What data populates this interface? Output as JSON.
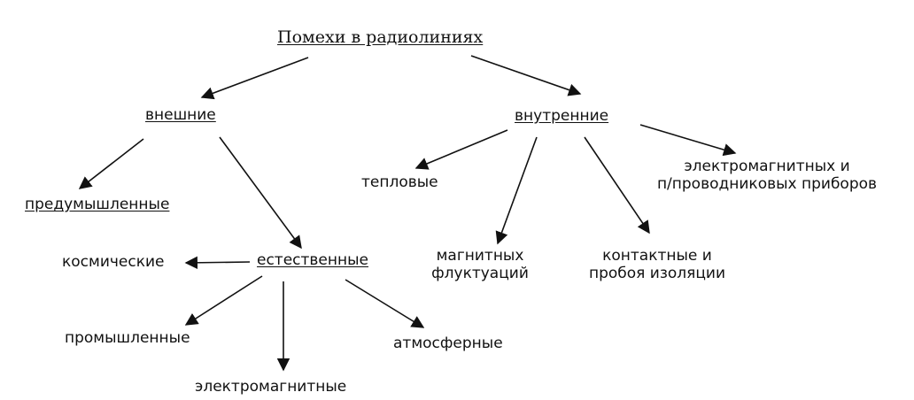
{
  "root": "Помехи в радиолиниях",
  "external": {
    "label": "внешние",
    "man_made": "предумышленные",
    "natural": {
      "label": "естественные",
      "cosmic": "космические",
      "industrial": "промышленные",
      "electromagnetic": "электромагнитные",
      "atmospheric": "атмосферные"
    }
  },
  "internal": {
    "label": "внутренние",
    "thermal": "тепловые",
    "magnetic": [
      "магнитных",
      "флуктуаций"
    ],
    "contact": [
      "контактные и",
      "пробоя изоляции"
    ],
    "devices": [
      "электромагнитных и",
      "п/проводниковых приборов"
    ]
  },
  "colors": {
    "ink": "#111111",
    "background": "#ffffff"
  }
}
